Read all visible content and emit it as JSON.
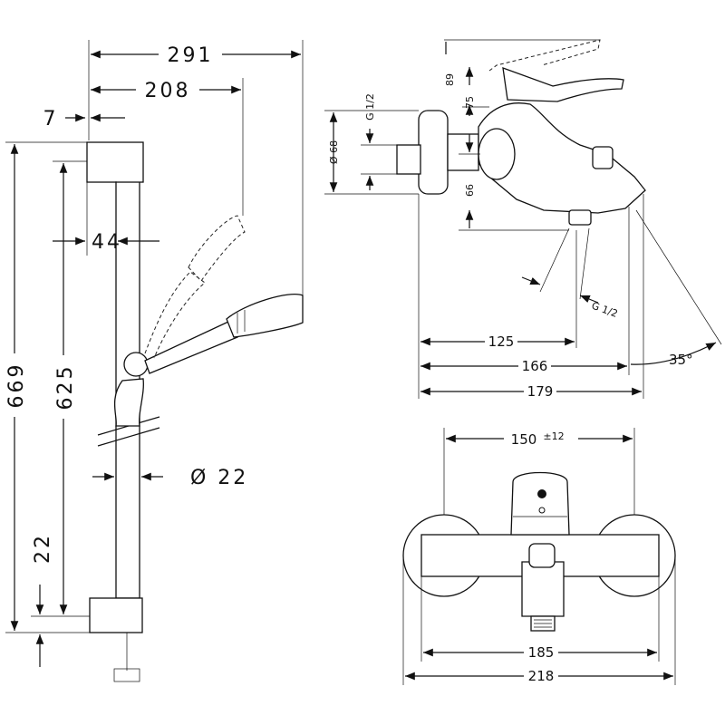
{
  "shower_set": {
    "dim_overall_reach": "291",
    "dim_shower_reach": "208",
    "dim_wall_gap": "7",
    "dim_head_gap": "44",
    "dim_total_height": "669",
    "dim_rail_height": "625",
    "dim_bottom": "22",
    "dim_rail_diameter": "Ø 22"
  },
  "mixer_side": {
    "dim_top": "89",
    "dim_lever": "75",
    "dim_spout_drop": "66",
    "dim_flange": "Ø 68",
    "thread_inlet": "G 1/2",
    "thread_outlet": "G 1/2",
    "dim_d125": "125",
    "dim_d166": "166",
    "dim_d179": "179",
    "angle": "35°"
  },
  "mixer_front": {
    "dim_centers": "150",
    "dim_centers_tol": "±12",
    "dim_d185": "185",
    "dim_d218": "218"
  }
}
